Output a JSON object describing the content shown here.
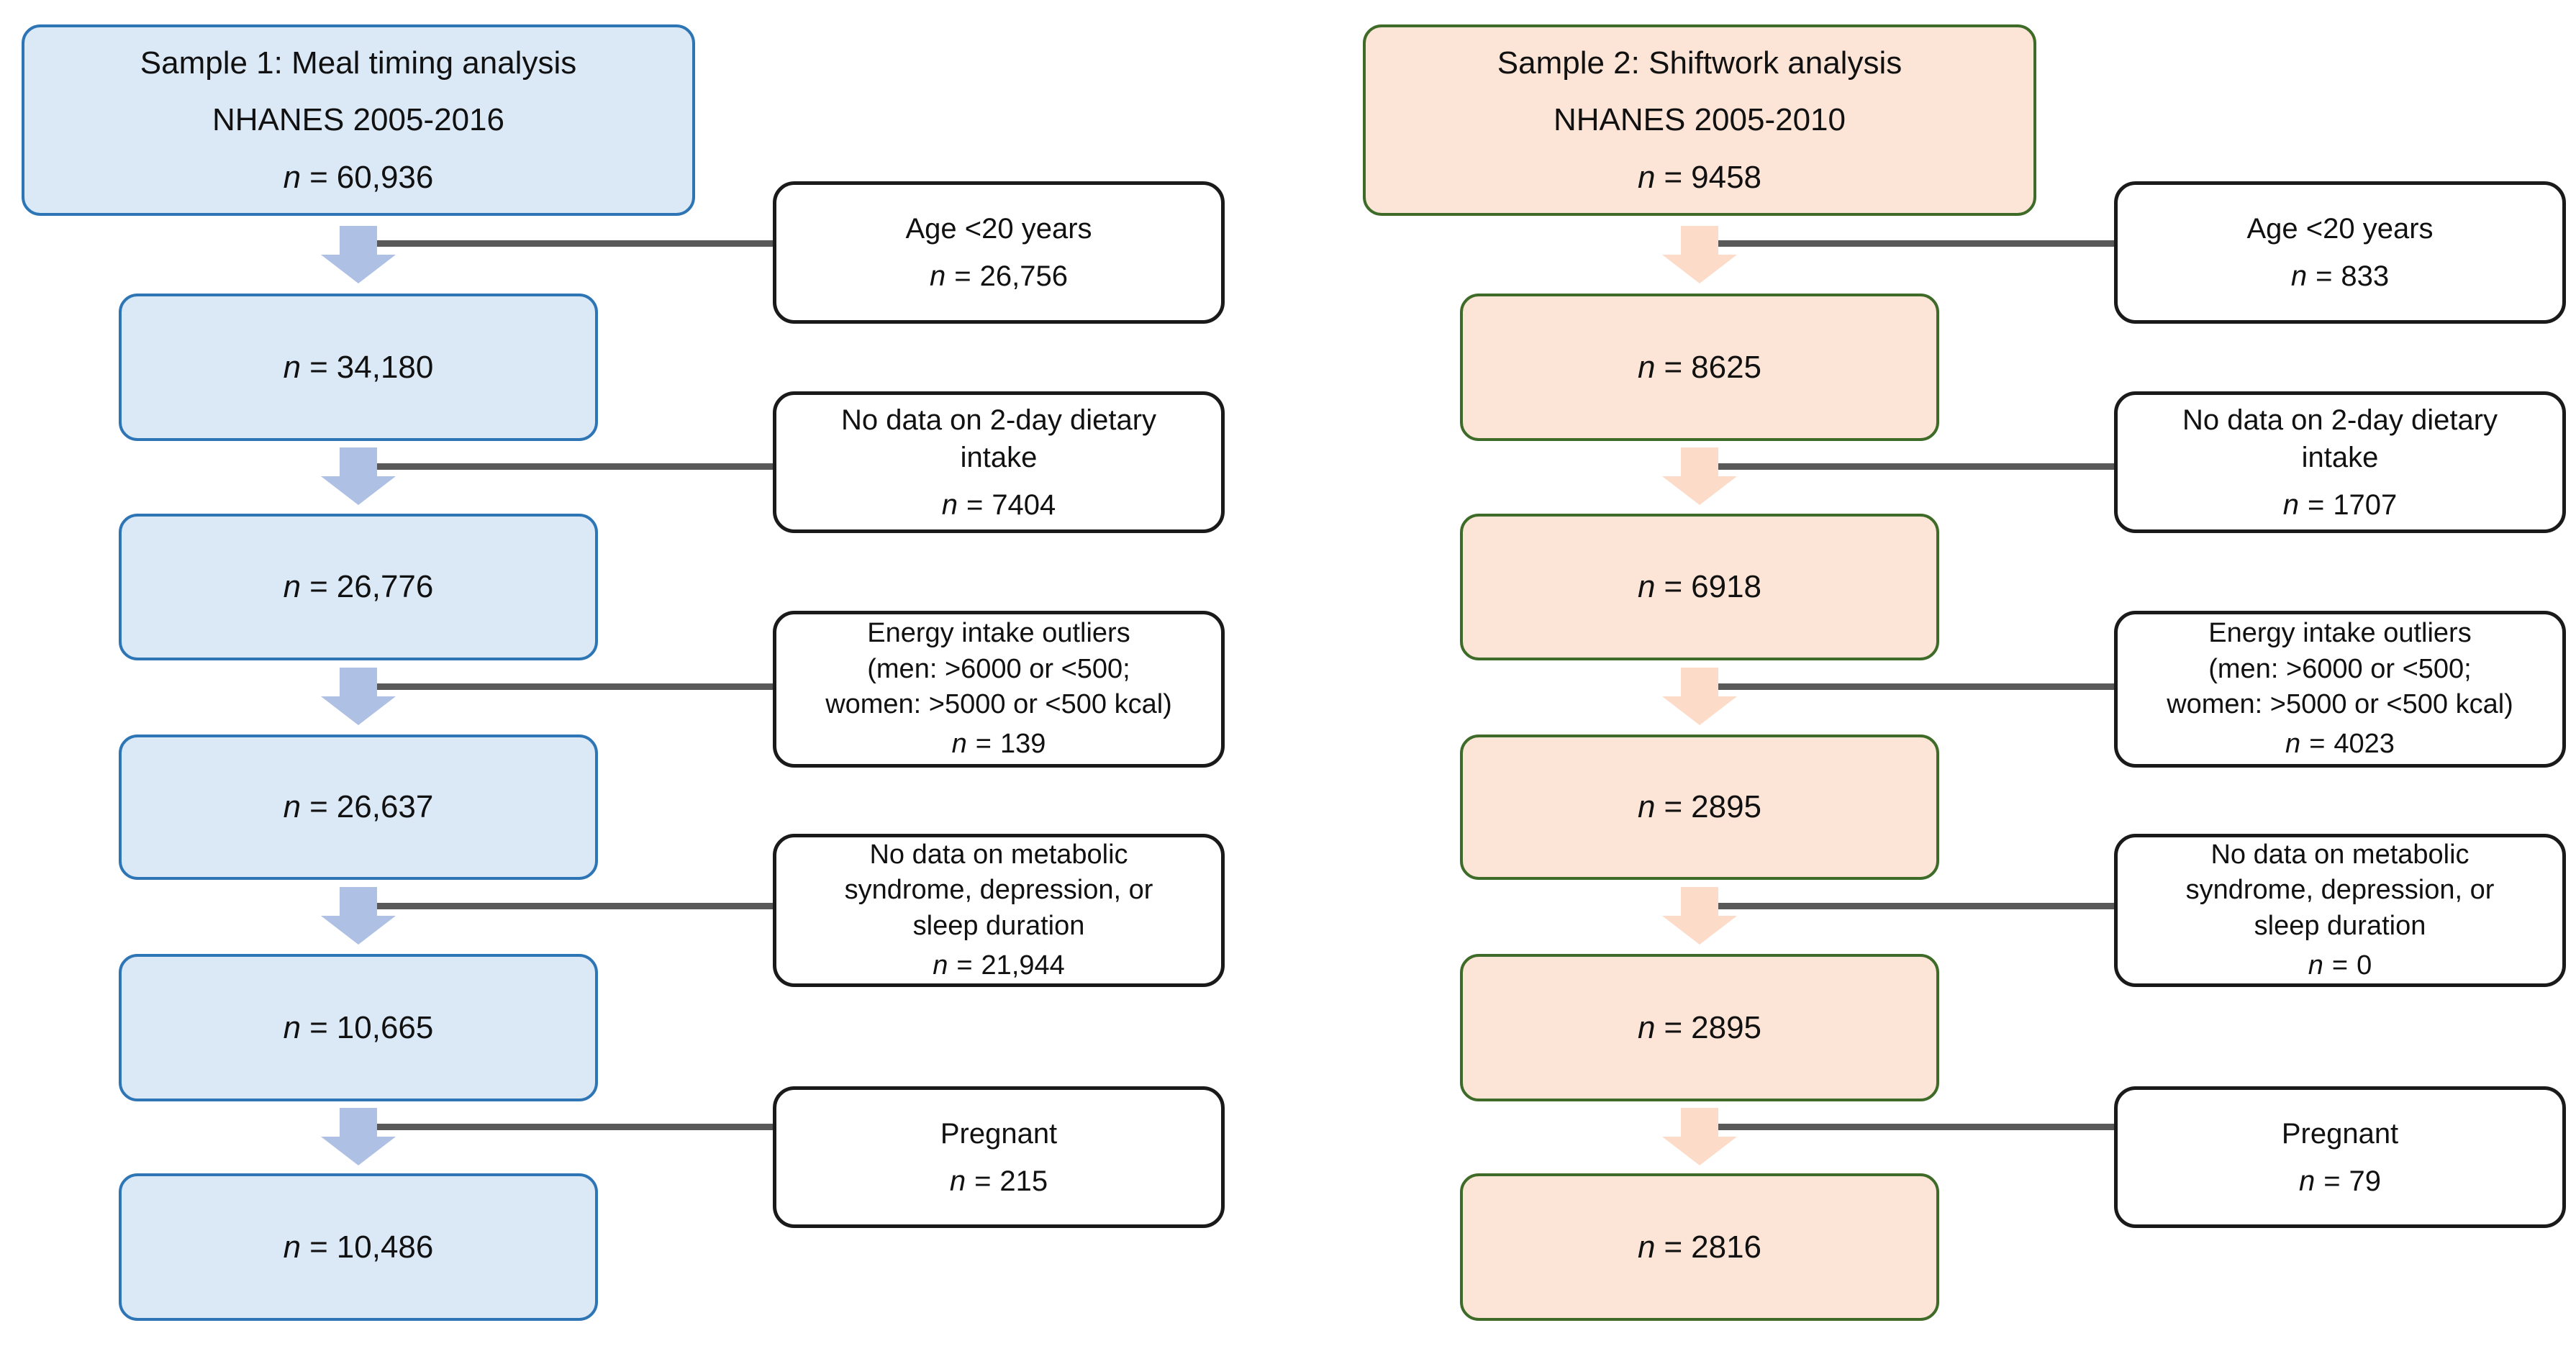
{
  "labels": {
    "n": "n",
    "eq": "="
  },
  "colors": {
    "sample1_fill": "#dbe9f7",
    "sample1_border": "#2e75b6",
    "sample1_arrow": "#aec1e4",
    "sample2_fill": "#fce4d6",
    "sample2_border": "#3e6b28",
    "sample2_arrow": "#fcdcc8",
    "exclusion_border": "#1a1a1a",
    "connector": "#595959"
  },
  "sample1": {
    "title": {
      "line1": "Sample 1: Meal timing analysis",
      "line2": "NHANES 2005-2016",
      "n": "60,936"
    },
    "steps": [
      "34,180",
      "26,776",
      "26,637",
      "10,665",
      "10,486"
    ],
    "exclusions": [
      {
        "lines": [
          "Age <20 years"
        ],
        "n": "26,756"
      },
      {
        "lines": [
          "No data on 2-day dietary",
          "intake"
        ],
        "n": "7404"
      },
      {
        "lines": [
          "Energy intake outliers",
          "(men: >6000 or <500;",
          "women: >5000 or <500 kcal)"
        ],
        "n": "139"
      },
      {
        "lines": [
          "No data on metabolic",
          "syndrome, depression, or",
          "sleep duration"
        ],
        "n": "21,944"
      },
      {
        "lines": [
          "Pregnant"
        ],
        "n": "215"
      }
    ]
  },
  "sample2": {
    "title": {
      "line1": "Sample 2: Shiftwork analysis",
      "line2": "NHANES 2005-2010",
      "n": "9458"
    },
    "steps": [
      "8625",
      "6918",
      "2895",
      "2895",
      "2816"
    ],
    "exclusions": [
      {
        "lines": [
          "Age <20 years"
        ],
        "n": "833"
      },
      {
        "lines": [
          "No data on 2-day dietary",
          "intake"
        ],
        "n": "1707"
      },
      {
        "lines": [
          "Energy intake outliers",
          "(men: >6000 or <500;",
          "women: >5000 or <500 kcal)"
        ],
        "n": "4023"
      },
      {
        "lines": [
          "No data on metabolic",
          "syndrome, depression, or",
          "sleep duration"
        ],
        "n": "0"
      },
      {
        "lines": [
          "Pregnant"
        ],
        "n": "79"
      }
    ]
  }
}
